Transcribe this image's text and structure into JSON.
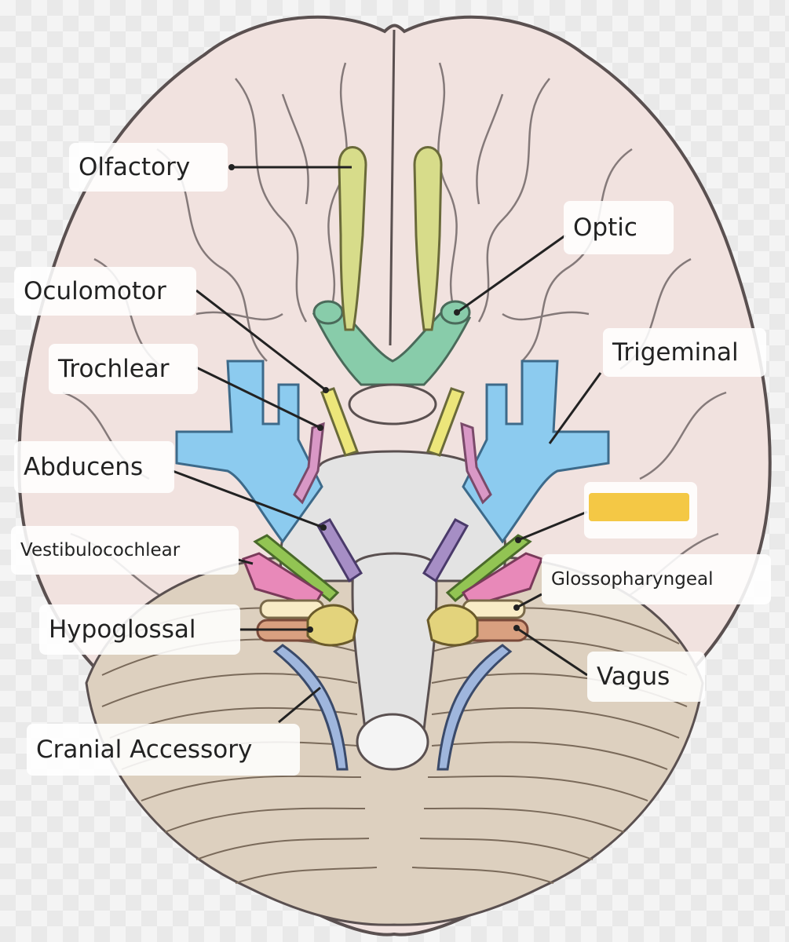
{
  "labels": {
    "olfactory": "Olfactory",
    "optic": "Optic",
    "oculomotor": "Oculomotor",
    "trochlear": "Trochlear",
    "trigeminal": "Trigeminal",
    "abducens": "Abducens",
    "vestibulocochlear": "Vestibulocochlear",
    "glossopharyngeal": "Glossopharyngeal",
    "hypoglossal": "Hypoglossal",
    "vagus": "Vagus",
    "cranial_accessory": "Cranial Accessory"
  },
  "colors": {
    "brain_fill": "#f1e2df",
    "brain_outline": "#5a5050",
    "cerebellum": "#ddd0bf",
    "brainstem": "#e3e3e3",
    "olfactory": "#d7dc8a",
    "optic": "#88ccaa",
    "oculomotor": "#ece67a",
    "trochlear": "#d998c6",
    "trigeminal": "#8ccbef",
    "abducens": "#a68ec5",
    "facial": "#92c453",
    "vestibulocochlear": "#e889b9",
    "glossopharyngeal": "#f8ecc6",
    "vagus": "#d9a080",
    "accessory": "#9fb6dd",
    "hypoglossal": "#e3d37c",
    "highlight_bar": "#f4c845"
  }
}
